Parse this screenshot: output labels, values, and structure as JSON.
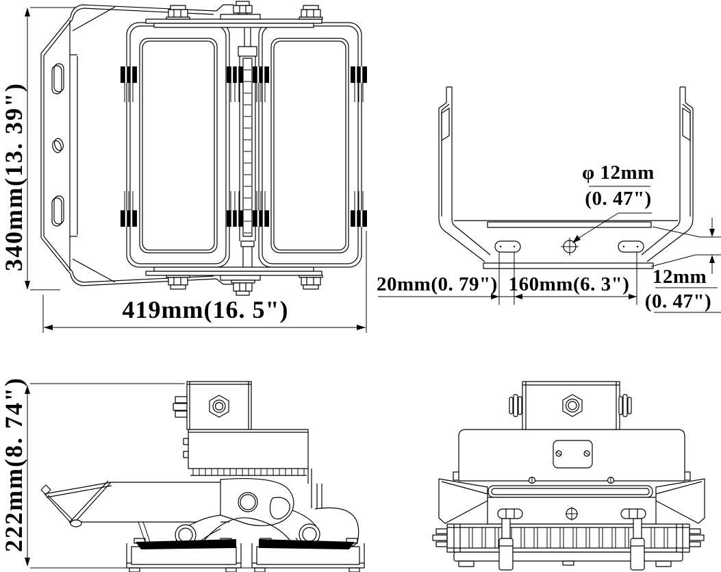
{
  "views": {
    "front": {
      "height_label": "340mm(13. 39\")",
      "width_label": "419mm(16. 5\")"
    },
    "bracket": {
      "hole_line1": "φ 12mm",
      "hole_line2": "(0. 47\")",
      "offset_label": "20mm(0. 79\")",
      "spacing_label": "160mm(6. 3\")",
      "step_line1": "12mm",
      "step_line2": "(0. 47\")"
    },
    "side": {
      "height_label": "222mm(8. 74\")"
    }
  },
  "colors": {
    "line": "#000000",
    "background": "#ffffff"
  }
}
